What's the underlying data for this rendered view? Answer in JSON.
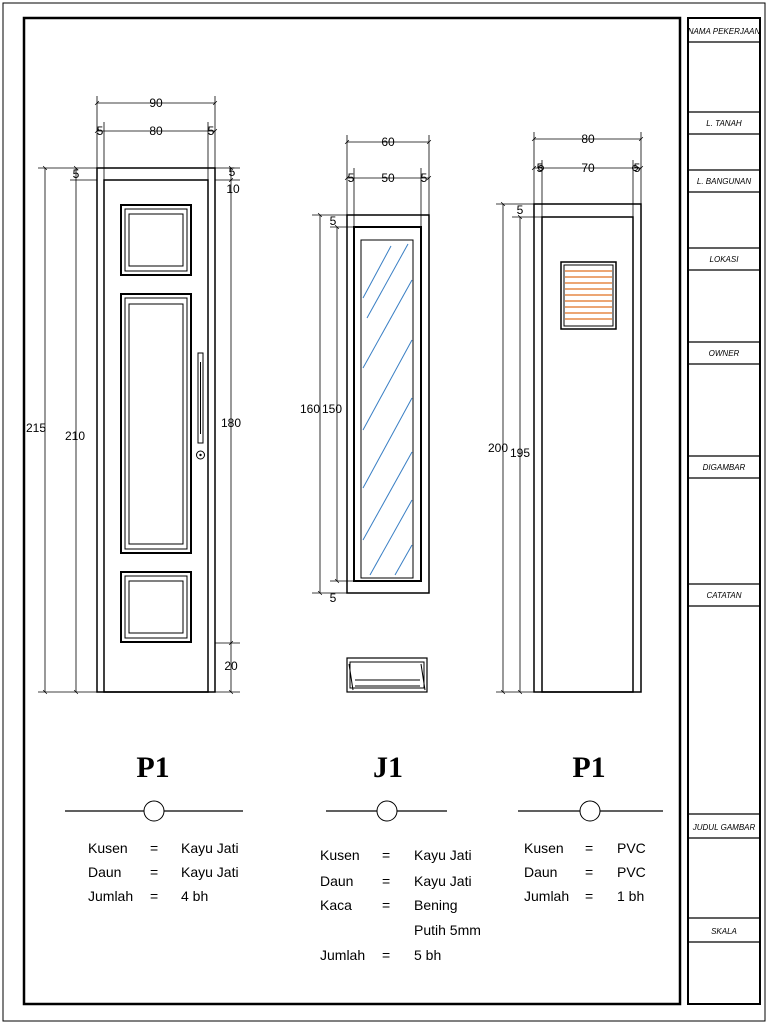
{
  "title_block": {
    "fields": [
      "NAMA PEKERJAAN",
      "L. TANAH",
      "L. BANGUNAN",
      "LOKASI",
      "OWNER",
      "DIGAMBAR",
      "CATATAN",
      "JUDUL GAMBAR",
      "SKALA"
    ]
  },
  "door1": {
    "code": "P1",
    "dims": {
      "outer_width": "90",
      "inner_width": "80",
      "frame_left": "5",
      "frame_right": "5",
      "total_height": "215",
      "leaf_height": "210",
      "top_frame": "5",
      "top_rail": "10",
      "panel_height": "180",
      "bottom_rail": "20"
    },
    "specs": [
      {
        "label": "Kusen",
        "eq": "=",
        "value": "Kayu Jati"
      },
      {
        "label": "Daun",
        "eq": "=",
        "value": "Kayu Jati"
      },
      {
        "label": "Jumlah",
        "eq": "=",
        "value": "4 bh"
      }
    ]
  },
  "window1": {
    "code": "J1",
    "dims": {
      "outer_width": "60",
      "inner_width": "50",
      "frame_left": "5",
      "frame_right": "5",
      "outer_height": "160",
      "inner_height": "150",
      "top_frame": "5",
      "bottom_frame": "5"
    },
    "specs": [
      {
        "label": "Kusen",
        "eq": "=",
        "value": "Kayu Jati"
      },
      {
        "label": "Daun",
        "eq": "=",
        "value": "Kayu Jati"
      },
      {
        "label": "Kaca",
        "eq": "=",
        "value": "Bening"
      },
      {
        "label": "",
        "eq": "",
        "value": "Putih 5mm"
      },
      {
        "label": "Jumlah",
        "eq": "=",
        "value": "5 bh"
      }
    ]
  },
  "door2": {
    "code": "P1",
    "dims": {
      "outer_width": "80",
      "inner_width": "70",
      "frame_left": "5",
      "frame_right": "5",
      "total_height": "200",
      "leaf_height": "195",
      "top_frame": "5"
    },
    "specs": [
      {
        "label": "Kusen",
        "eq": "=",
        "value": "PVC"
      },
      {
        "label": "Daun",
        "eq": "=",
        "value": "PVC"
      },
      {
        "label": "Jumlah",
        "eq": "=",
        "value": "1 bh"
      }
    ]
  },
  "colors": {
    "line": "#000000",
    "glass_hatch": "#3a7fc4",
    "vent_louver": "#e07020"
  }
}
